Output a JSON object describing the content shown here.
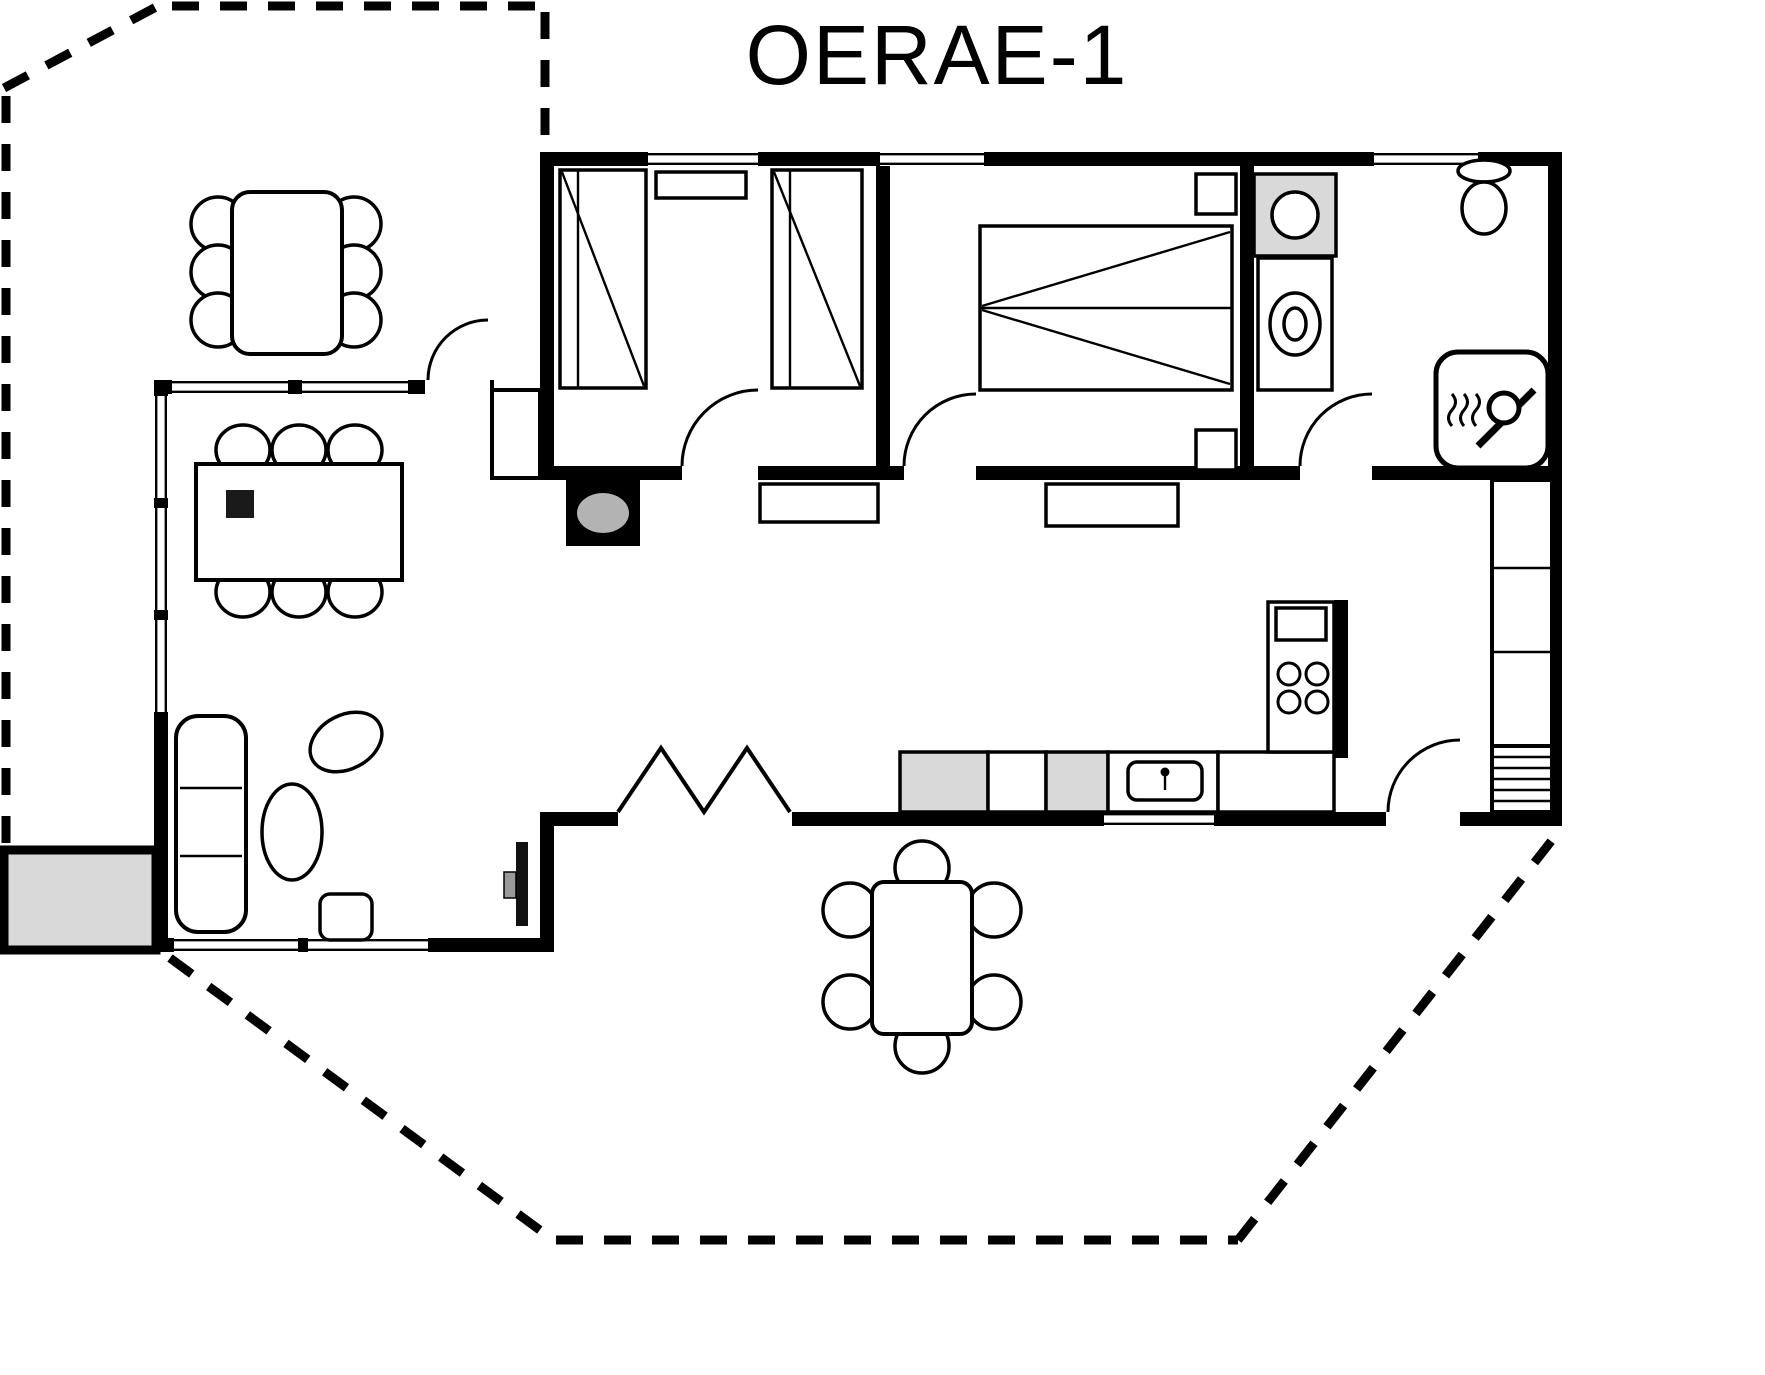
{
  "title": "OERAE-1",
  "colors": {
    "wall": "#000000",
    "appliance": "#d9d9d9",
    "stove_inner": "#b3b3b3",
    "background": "#ffffff"
  },
  "rooms": {
    "top_left": "open-terrace",
    "left": "living-dining-room",
    "center_top_first": "bedroom-1",
    "center_top_second": "bedroom-2",
    "top_right": "bathroom",
    "right": "open-plan-kitchen",
    "bottom_left": "entrance-porch",
    "bottom_center": "patio"
  },
  "furniture_icons": [
    "garden-table-with-six-chairs",
    "dining-table-with-six-chairs",
    "sofa",
    "oval-coffee-table",
    "side-table",
    "tv",
    "single-bed",
    "single-bed",
    "wall-shelf",
    "double-bed",
    "nightstand",
    "washing-machine",
    "toilet",
    "washbasin",
    "shower",
    "wood-stove",
    "hall-bench",
    "kitchen-counter",
    "kitchen-sink",
    "hob-four-burners",
    "tall-cabinet",
    "patio-table-with-six-chairs"
  ]
}
